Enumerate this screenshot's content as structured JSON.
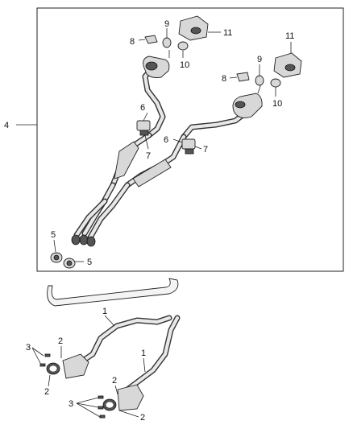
{
  "diagram": {
    "callouts": {
      "c4": "4",
      "c8a": "8",
      "c9a": "9",
      "c10a": "10",
      "c11a": "11",
      "c11b": "11",
      "c9b": "9",
      "c8b": "8",
      "c10b": "10",
      "c6a": "6",
      "c7a": "7",
      "c6b": "6",
      "c7b": "7",
      "c5a": "5",
      "c5b": "5",
      "c1a": "1",
      "c1b": "1",
      "c2a": "2",
      "c2b": "2",
      "c2c": "2",
      "c2d": "2",
      "c3a": "3",
      "c3b": "3"
    },
    "colors": {
      "line": "#222222",
      "part_fill": "#d8d8d8",
      "pipe_fill": "#e8e8e8"
    }
  }
}
